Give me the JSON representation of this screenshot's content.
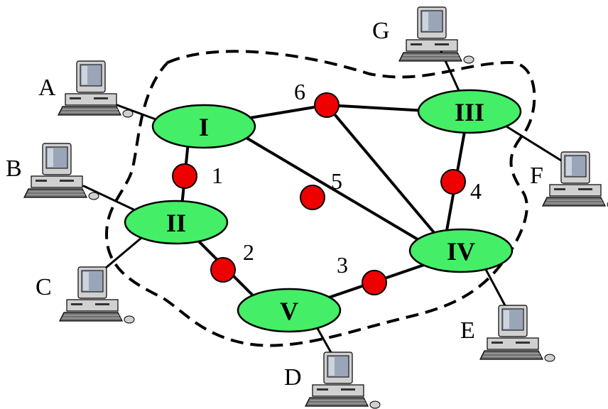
{
  "colors": {
    "node_fill": "#44ee66",
    "channel_fill": "#ee0000",
    "monitor_bezel": "#d0d0d0",
    "screen": "#9aa6b8",
    "keyboard": "#6e6e6e"
  },
  "nodes": [
    {
      "id": "I",
      "label": "I"
    },
    {
      "id": "II",
      "label": "II"
    },
    {
      "id": "III",
      "label": "III"
    },
    {
      "id": "IV",
      "label": "IV"
    },
    {
      "id": "V",
      "label": "V"
    }
  ],
  "channels": [
    {
      "id": "1",
      "label": "1",
      "between": [
        "I",
        "II"
      ]
    },
    {
      "id": "2",
      "label": "2",
      "between": [
        "II",
        "V"
      ]
    },
    {
      "id": "3",
      "label": "3",
      "between": [
        "V",
        "IV"
      ]
    },
    {
      "id": "4",
      "label": "4",
      "between": [
        "III",
        "IV"
      ]
    },
    {
      "id": "5",
      "label": "5",
      "between": [
        "I",
        "IV"
      ]
    },
    {
      "id": "6",
      "label": "6",
      "between": [
        "I",
        "III",
        "IV"
      ]
    }
  ],
  "hosts": [
    {
      "id": "A",
      "label": "A",
      "node": "I",
      "icon": "computer-icon"
    },
    {
      "id": "B",
      "label": "B",
      "node": "II",
      "icon": "computer-icon"
    },
    {
      "id": "C",
      "label": "C",
      "node": "II",
      "icon": "computer-icon"
    },
    {
      "id": "D",
      "label": "D",
      "node": "V",
      "icon": "computer-icon"
    },
    {
      "id": "E",
      "label": "E",
      "node": "IV",
      "icon": "computer-icon"
    },
    {
      "id": "F",
      "label": "F",
      "node": "III",
      "icon": "computer-icon"
    },
    {
      "id": "G",
      "label": "G",
      "node": "III",
      "icon": "computer-icon"
    }
  ]
}
